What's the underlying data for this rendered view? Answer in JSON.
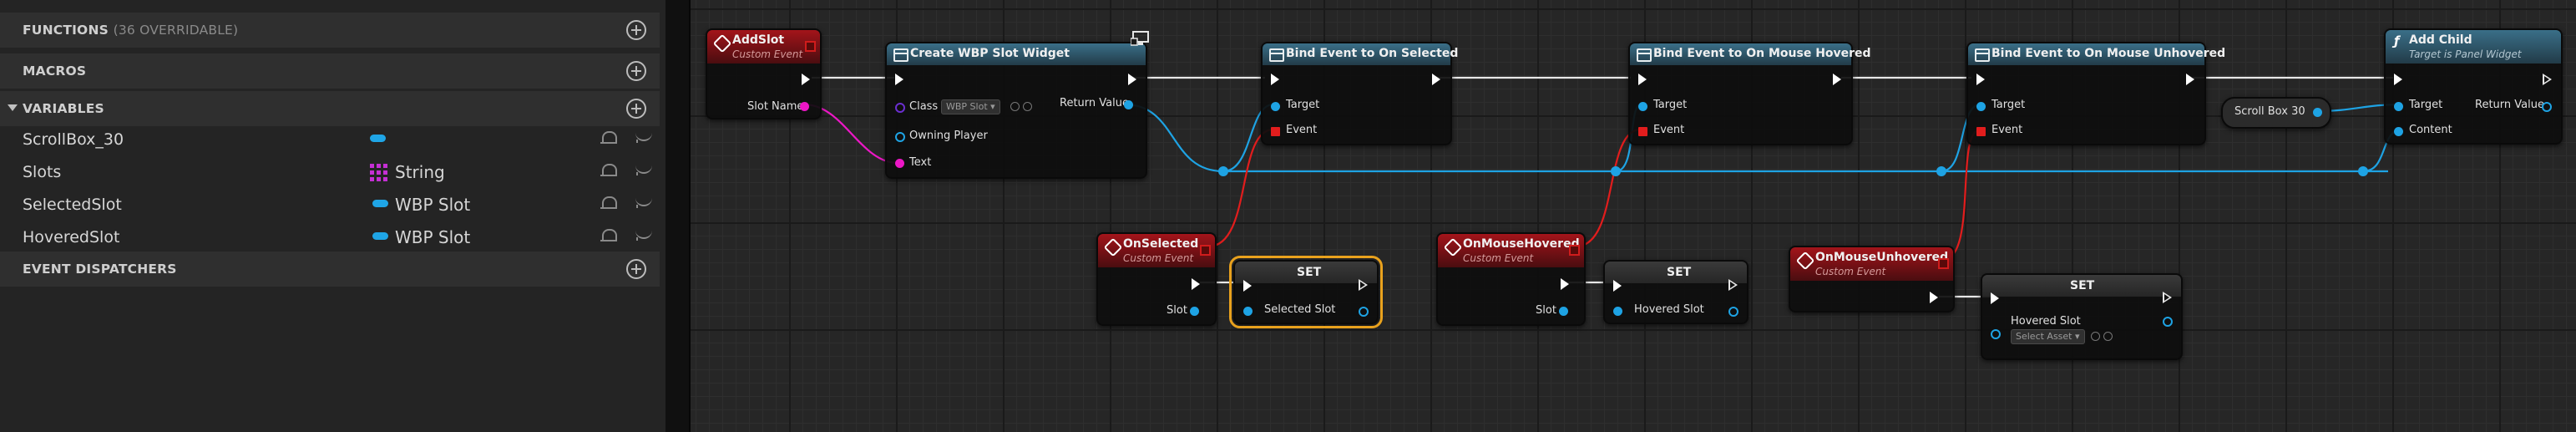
{
  "panel": {
    "functions": {
      "label": "FUNCTIONS",
      "count": "(36 OVERRIDABLE)"
    },
    "macros": {
      "label": "MACROS"
    },
    "variables": {
      "label": "VARIABLES",
      "items": [
        {
          "name": "ScrollBox_30",
          "type": ""
        },
        {
          "name": "Slots",
          "type": "String"
        },
        {
          "name": "SelectedSlot",
          "type": "WBP Slot"
        },
        {
          "name": "HoveredSlot",
          "type": "WBP Slot"
        }
      ]
    },
    "dispatchers": {
      "label": "EVENT DISPATCHERS"
    }
  },
  "graph": {
    "add_slot": {
      "title": "AddSlot",
      "subtitle": "Custom Event",
      "pin_slot_name": "Slot Name"
    },
    "create_widget": {
      "title": "Create WBP Slot Widget",
      "pin_class": "Class",
      "class_value": "WBP Slot",
      "pin_owning_player": "Owning Player",
      "pin_text": "Text",
      "pin_return": "Return Value"
    },
    "bind_selected": {
      "title": "Bind Event to On Selected",
      "pin_target": "Target",
      "pin_event": "Event"
    },
    "bind_hovered": {
      "title": "Bind Event to On Mouse Hovered",
      "pin_target": "Target",
      "pin_event": "Event"
    },
    "bind_unhovered": {
      "title": "Bind Event to On Mouse Unhovered",
      "pin_target": "Target",
      "pin_event": "Event"
    },
    "scroll_box_var": {
      "label": "Scroll Box 30"
    },
    "add_child": {
      "title": "Add Child",
      "subtitle": "Target is Panel Widget",
      "pin_target": "Target",
      "pin_content": "Content",
      "pin_return": "Return Value"
    },
    "on_selected": {
      "title": "OnSelected",
      "subtitle": "Custom Event",
      "pin_slot": "Slot"
    },
    "set_selected": {
      "title": "SET",
      "pin_var": "Selected Slot"
    },
    "on_mouse_hovered": {
      "title": "OnMouseHovered",
      "subtitle": "Custom Event",
      "pin_slot": "Slot"
    },
    "set_hovered": {
      "title": "SET",
      "pin_var": "Hovered Slot"
    },
    "on_mouse_unhovered": {
      "title": "OnMouseUnhovered",
      "subtitle": "Custom Event"
    },
    "set_hovered_2": {
      "title": "SET",
      "pin_var": "Hovered Slot",
      "select_placeholder": "Select Asset"
    }
  },
  "colors": {
    "event_header": "#a3141a",
    "function_header": "#3a6f88",
    "object_pin": "#1ea3e4",
    "text_pin": "#ec17c6",
    "delegate_pin": "#e21d1d",
    "selection_outline": "#e8a11d"
  }
}
